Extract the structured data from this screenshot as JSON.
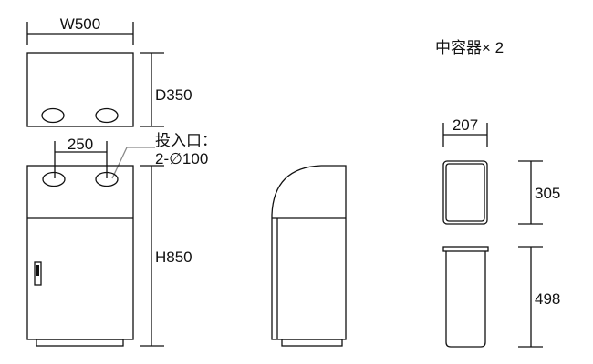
{
  "labels": {
    "width": "W500",
    "depth": "D350",
    "hole_spacing": "250",
    "opening_label": "投入口：",
    "opening_spec": "2-∅100",
    "height": "H850",
    "inner_title": "中容器× 2",
    "inner_width": "207",
    "inner_depth": "305",
    "inner_height": "498"
  }
}
